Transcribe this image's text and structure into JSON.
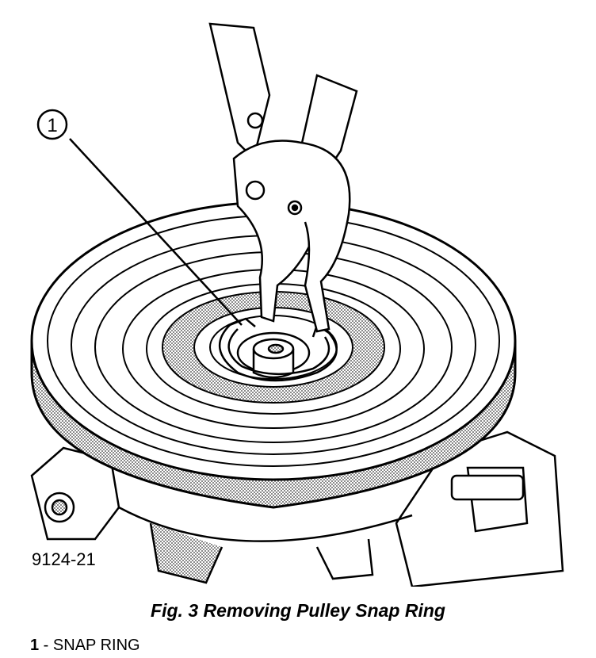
{
  "figure": {
    "id_label": "9124-21",
    "callout_number": "1",
    "caption": "Fig. 3 Removing Pulley Snap Ring"
  },
  "legend": {
    "items": [
      {
        "number": "1",
        "separator": " - ",
        "label": "SNAP RING"
      }
    ]
  },
  "colors": {
    "ink": "#000000",
    "paper": "#ffffff",
    "shade": "#a8a8a8"
  }
}
